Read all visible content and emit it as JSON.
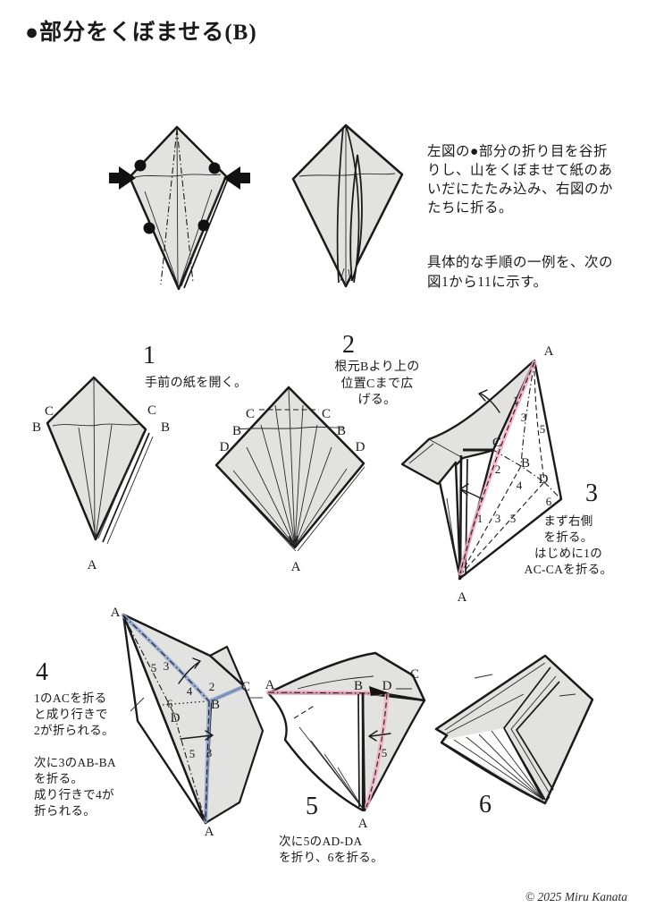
{
  "page": {
    "title": "●部分をくぼませる(B)",
    "copyright": "© 2025 Miru Kanata"
  },
  "intro": {
    "p1": "左図の●部分の折り目を谷折\nりし、山をくぼませて紙のあ\nいだにたたみ込み、右図のか\nたちに折る。",
    "p2": "具体的な手順の一例を、次の\n図1から11に示す。"
  },
  "steps": [
    {
      "number": "1",
      "text": "手前の紙を開く。"
    },
    {
      "number": "2",
      "text": "根元Bより上の\n位置Cまで広\nげる。"
    },
    {
      "number": "3",
      "text": "まず右側\nを折る。\nはじめに1の\nAC-CAを折る。"
    },
    {
      "number": "4",
      "text": "1のACを折る\nと成り行きで\n2が折られる。\n\n次に3のAB-BA\nを折る。\n成り行きで4が\n折られる。"
    },
    {
      "number": "5",
      "text": "次に5のAD-DA\nを折り、6を折る。"
    },
    {
      "number": "6",
      "text": ""
    }
  ],
  "figures": {
    "step1": {
      "labels": [
        "C",
        "B",
        "C",
        "B",
        "A"
      ]
    },
    "step2": {
      "labels": [
        "C",
        "C",
        "B",
        "B",
        "D",
        "D",
        "A"
      ]
    },
    "step3": {
      "labels": [
        "A",
        "1",
        "3",
        "5",
        "C",
        "2",
        "B",
        "4",
        "D",
        "6",
        "1",
        "3",
        "5",
        "A"
      ]
    },
    "step4": {
      "labels": [
        "A",
        "5",
        "3",
        "4",
        "2",
        "6",
        "B",
        "C",
        "D",
        "5",
        "3",
        "A"
      ]
    },
    "step5": {
      "labels": [
        "A",
        "B",
        "D",
        "C",
        "5",
        "A"
      ]
    }
  },
  "colors": {
    "paper": "#e2e2e1",
    "line": "#1a1a1a",
    "highlight_pink": "#f4abc4",
    "highlight_blue": "#8fa5ce",
    "background": "#ffffff"
  }
}
